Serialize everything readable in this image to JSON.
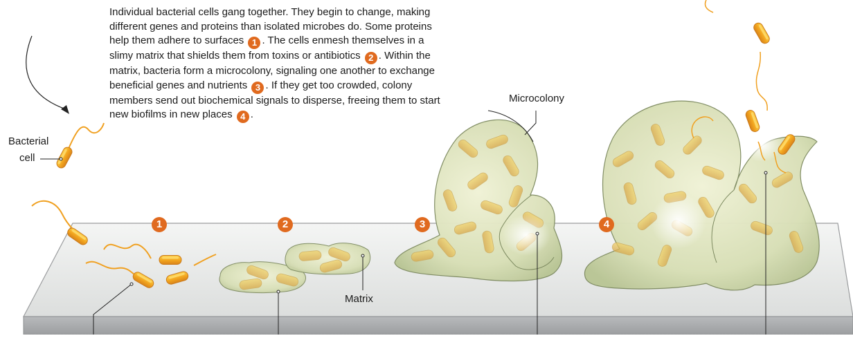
{
  "description": {
    "s1": "Individual bacterial cells gang together. They begin to change, making different genes and proteins than isolated microbes do. Some proteins help them adhere to surfaces",
    "n1": "1",
    "s2": ". The cells enmesh themselves in a slimy matrix that shields them from toxins or antibiotics",
    "n2": "2",
    "s3": ". Within the matrix, bacteria form a microcolony, signaling one another to exchange beneficial genes and nutrients",
    "n3": "3",
    "s4": ". If they get too crowded, colony members send out biochemical signals to disperse, freeing them to start new biofilms in new places",
    "n4": "4",
    "s5": "."
  },
  "labels": {
    "bacterial_line1": "Bacterial",
    "bacterial_line2": "cell",
    "microcolony": "Microcolony",
    "matrix": "Matrix"
  },
  "steps": [
    "1",
    "2",
    "3",
    "4"
  ],
  "colors": {
    "accent": "#e06a1f",
    "bacterium": "#f2a51f",
    "flagellum": "#f0a020",
    "matrix_fill": "#d6deb4",
    "matrix_stroke": "#7d8a60",
    "surface_top": "#eceeed",
    "surface_front": "#a9abad"
  }
}
